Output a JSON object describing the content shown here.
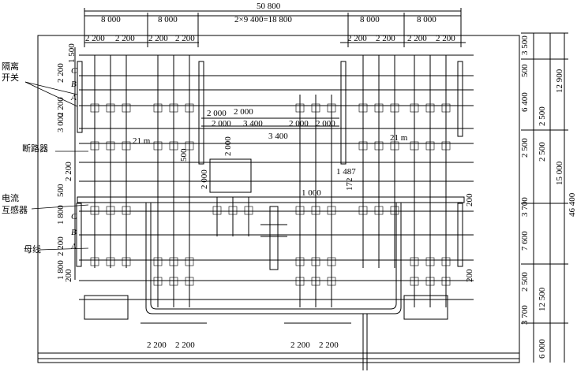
{
  "top_dims": {
    "overall": "50 800",
    "spans": [
      "8 000",
      "8 000",
      "2×9 400=18 800",
      "8 000",
      "8 000"
    ],
    "bay_left_1": [
      "2 200",
      "2 200"
    ],
    "bay_left_2": [
      "2 200",
      "2 200"
    ],
    "bay_right_1": [
      "2 200",
      "2 200"
    ],
    "bay_right_2": [
      "2 200",
      "2 200"
    ]
  },
  "left_dims": [
    "1 500",
    "2 200",
    "2 200",
    "3 000",
    "2 200",
    "500",
    "1 800",
    "2 200",
    "1 800",
    "200"
  ],
  "phase_labels": [
    "C",
    "B",
    "A",
    "C",
    "B",
    "A"
  ],
  "mid_dims": [
    "2 000",
    "2 000",
    "2 000",
    "3 400",
    "2 000",
    "2 000",
    "3 400",
    "2 000",
    "500",
    "2 000",
    "1 487",
    "172",
    "1 000",
    "200",
    "200"
  ],
  "angle_labels": [
    "21 m",
    "21 m"
  ],
  "right_dims_inner": [
    "3 500",
    "500",
    "6 400",
    "2 500",
    "2 500",
    "2 500",
    "3 700",
    "7 600",
    "2 500",
    "3 700",
    "6 000"
  ],
  "right_dims_outer": [
    "12 900",
    "15 000",
    "12 500",
    "46 400"
  ],
  "bottom_dims": [
    "2 200",
    "2 200",
    "2 200",
    "2 200"
  ],
  "labels": {
    "disconnector": [
      "隔离",
      "开关"
    ],
    "breaker": "断路器",
    "ct": [
      "电流",
      "互感器"
    ],
    "bus": "母线"
  }
}
